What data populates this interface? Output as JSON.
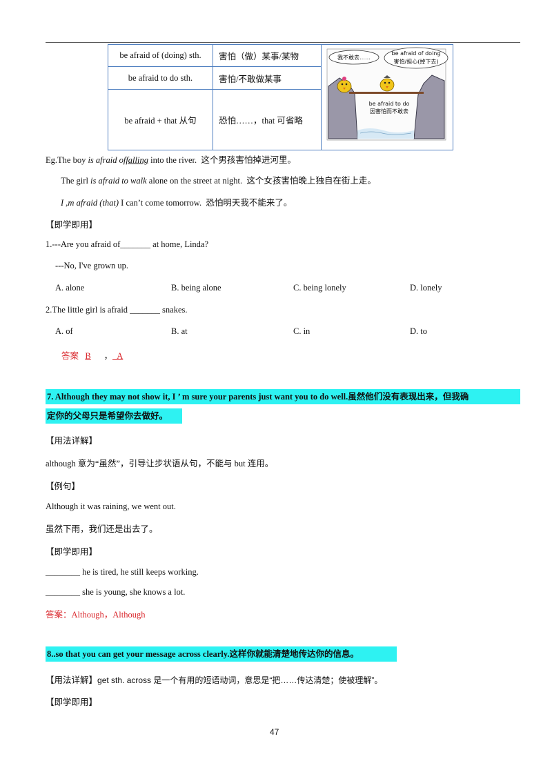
{
  "table": {
    "rows": [
      {
        "phrase": "be afraid of (doing) sth.",
        "meaning": "害怕（做）某事/某物"
      },
      {
        "phrase": "be afraid to do sth.",
        "meaning": "害怕/不敢做某事"
      },
      {
        "phrase": "be afraid + that 从句",
        "meaning": "恐怕……，that 可省略"
      }
    ],
    "cartoon": {
      "bubble_left": "我不敢去……",
      "bubble_right_en": "be afraid of doing",
      "bubble_right_zh": "害怕/担心(掉下去)",
      "caption_en": "be afraid to do",
      "caption_zh": "因害怕而不敢去"
    }
  },
  "examples": {
    "e1_prefix": "Eg.",
    "e1_a": "The boy ",
    "e1_b": "is afraid of",
    "e1_c": "falling",
    "e1_d": " into the river.",
    "e1_zh": "这个男孩害怕掉进河里。",
    "e2_a": "The girl ",
    "e2_b": "is afraid to walk",
    "e2_c": " alone on the street at night.",
    "e2_zh": "这个女孩害怕晚上独自在街上走。",
    "e3_a": "I ,m afraid (that)",
    "e3_b": " I can’t come tomorrow.",
    "e3_zh": "恐怕明天我不能来了。"
  },
  "practice1": {
    "heading": "【即学即用】",
    "q1": "1.---Are you afraid of_______ at home, Linda?",
    "q1_reply": "---No, I've grown up.",
    "q1_options": [
      "A. alone",
      "B. being alone",
      "C. being lonely",
      "D. lonely"
    ],
    "q2": "2.The little girl is afraid _______ snakes.",
    "q2_options": [
      "A. of",
      "B. at",
      "C. in",
      "D. to"
    ],
    "answer_label": "答案",
    "answer_1": "B",
    "answer_sep": "，",
    "answer_2": "_A"
  },
  "section7": {
    "title_line1": "7. Although they may not show it, I ’ m sure your parents just want you to do well.虽然他们没有表现出来，但我确",
    "title_line2": "定你的父母只是希望你去做好。",
    "usage_heading": "【用法详解】",
    "usage_text": "although 意为“虽然”，引导让步状语从句，不能与  but  连用。",
    "example_heading": "【例句】",
    "example_en": "Although it was raining, we went out.",
    "example_zh": "虽然下雨，我们还是出去了。",
    "practice_heading": "【即学即用】",
    "p1": "________ he is tired, he still keeps working.",
    "p2": "________ she is young, she knows a lot.",
    "answer": "答案：Although，Although"
  },
  "section8": {
    "title": "8..so that you can get your message across clearly.这样你就能清楚地传达你的信息。",
    "usage_heading": "【用法详解】",
    "usage_text": "get sth. across 是一个有用的短语动词，意思是“把……传达清楚；使被理解”。",
    "practice_heading": "【即学即用】"
  },
  "page_number": "47"
}
